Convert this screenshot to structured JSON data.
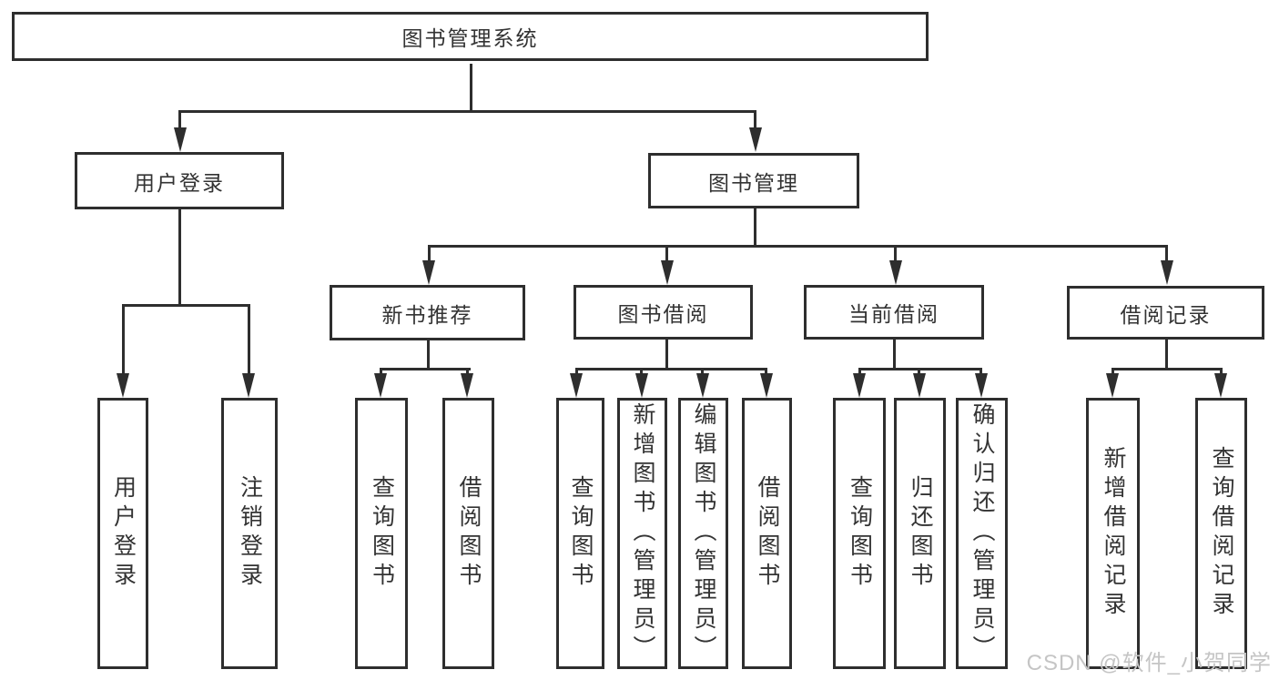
{
  "diagram_type": "hierarchy-functional-structure",
  "tree": {
    "label": "图书管理系统",
    "children": [
      {
        "label": "用户登录",
        "children": [
          {
            "label": "用户登录"
          },
          {
            "label": "注销登录"
          }
        ]
      },
      {
        "label": "图书管理",
        "children": [
          {
            "label": "新书推荐",
            "children": [
              {
                "label": "查询图书"
              },
              {
                "label": "借阅图书"
              }
            ]
          },
          {
            "label": "图书借阅",
            "children": [
              {
                "label": "查询图书"
              },
              {
                "label": "新增图书（管理员）"
              },
              {
                "label": "编辑图书（管理员）"
              },
              {
                "label": "借阅图书"
              }
            ]
          },
          {
            "label": "当前借阅",
            "children": [
              {
                "label": "查询图书"
              },
              {
                "label": "归还图书"
              },
              {
                "label": "确认归还（管理员）"
              }
            ]
          },
          {
            "label": "借阅记录",
            "children": [
              {
                "label": "新增借阅记录"
              },
              {
                "label": "查询借阅记录"
              }
            ]
          }
        ]
      }
    ]
  },
  "watermark": {
    "text": "CSDN @软件_小贺同学",
    "color": "#c5c5c5"
  },
  "colors": {
    "line": "#2e2e2e",
    "text": "#333333",
    "background": "#ffffff"
  }
}
